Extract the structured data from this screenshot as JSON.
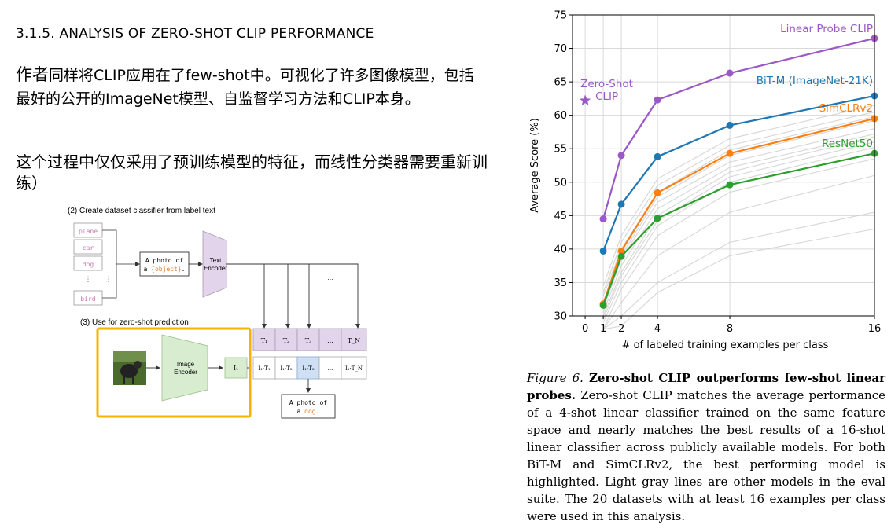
{
  "heading": "3.1.5. ANALYSIS OF ZERO-SHOT CLIP PERFORMANCE",
  "para1_lead": "作者",
  "para1_body": "同样将CLIP应用在了few-shot中。可视化了许多图像模型，包括最好的公开的ImageNet模型、自监督学习方法和CLIP本身。",
  "para2": "这个过程中仅仅采用了预训练模型的特征，而线性分类器需要重新训练）",
  "diagram": {
    "title_create": "(2) Create dataset classifier from label text",
    "title_use": "(3) Use for zero-shot prediction",
    "labels": [
      "plane",
      "car",
      "dog",
      "⋮",
      "bird"
    ],
    "prompt_line1": "A photo of",
    "prompt_line2_pre": "a ",
    "prompt_line2_obj": "{object}",
    "prompt_line2_post": ".",
    "text_encoder_line1": "Text",
    "text_encoder_line2": "Encoder",
    "image_encoder_line1": "Image",
    "image_encoder_line2": "Encoder",
    "dots": "...",
    "t_cells": [
      "T₁",
      "T₂",
      "T₃",
      "...",
      "T_N"
    ],
    "it_cells": [
      "I₁·T₁",
      "I₁·T₂",
      "I₁·T₃",
      "...",
      "I₁·T_N"
    ],
    "i1": "I₁",
    "result_line1": "A photo of",
    "result_line2_pre": "a ",
    "result_line2_obj": "dog",
    "result_line2_post": ".",
    "colors": {
      "text_enc": "#e2d4ea",
      "img_enc": "#d8ecd0",
      "highlight": "#f5b400",
      "pink": "#c77bb0",
      "orange": "#e07a2f",
      "selected": "#cfe0f5"
    }
  },
  "chart_data": {
    "type": "line",
    "xlabel": "# of labeled training examples per class",
    "ylabel": "Average Score (%)",
    "xticks": [
      0,
      1,
      2,
      4,
      8,
      16
    ],
    "yticks": [
      30,
      35,
      40,
      45,
      50,
      55,
      60,
      65,
      70,
      75
    ],
    "ylim": [
      30,
      75
    ],
    "grid": true,
    "series": [
      {
        "name": "Linear Probe CLIP",
        "color": "#9b59c6",
        "x": [
          1,
          2,
          4,
          8,
          16
        ],
        "values": [
          44.5,
          54.0,
          62.3,
          66.3,
          71.5
        ]
      },
      {
        "name": "BiT-M (ImageNet-21K)",
        "color": "#1f77b4",
        "x": [
          1,
          2,
          4,
          8,
          16
        ],
        "values": [
          39.7,
          46.7,
          53.8,
          58.5,
          62.9
        ]
      },
      {
        "name": "SimCLRv2",
        "color": "#ff7f0e",
        "x": [
          1,
          2,
          4,
          8,
          16
        ],
        "values": [
          31.8,
          39.7,
          48.4,
          54.3,
          59.5
        ]
      },
      {
        "name": "ResNet50",
        "color": "#2ca02c",
        "x": [
          1,
          2,
          4,
          8,
          16
        ],
        "values": [
          31.6,
          38.9,
          44.6,
          49.6,
          54.3
        ]
      }
    ],
    "zero_shot": {
      "name_line1": "Zero-Shot",
      "name_line2": "CLIP",
      "x": 0,
      "y": 62.2,
      "color": "#9b59c6"
    },
    "gray_lines": [
      [
        34.5,
        42.0,
        50.5,
        56.5,
        61.5
      ],
      [
        33.5,
        41.0,
        49.5,
        55.5,
        60.5
      ],
      [
        33.0,
        40.0,
        48.5,
        54.8,
        59.8
      ],
      [
        32.0,
        39.0,
        47.8,
        54.0,
        59.2
      ],
      [
        31.0,
        38.5,
        47.0,
        53.0,
        58.0
      ],
      [
        30.5,
        37.5,
        46.0,
        52.2,
        57.2
      ],
      [
        30.0,
        36.5,
        45.0,
        51.5,
        56.8
      ],
      [
        29.5,
        36.0,
        44.2,
        50.8,
        56.0
      ],
      [
        29.0,
        35.0,
        43.5,
        50.0,
        55.2
      ],
      [
        28.0,
        34.0,
        42.0,
        48.5,
        53.5
      ],
      [
        27.0,
        32.0,
        39.0,
        45.5,
        51.0
      ],
      [
        25.0,
        30.0,
        35.0,
        41.0,
        45.5
      ],
      [
        24.0,
        28.5,
        33.5,
        39.0,
        43.0
      ]
    ]
  },
  "caption": {
    "label": "Figure 6.",
    "title": "Zero-shot CLIP outperforms few-shot linear probes.",
    "body": "Zero-shot CLIP matches the average performance of a 4-shot linear classifier trained on the same feature space and nearly matches the best results of a 16-shot linear classifier across publicly available models. For both BiT-M and SimCLRv2, the best performing model is highlighted. Light gray lines are other models in the eval suite. The 20 datasets with at least 16 examples per class were used in this analysis."
  }
}
